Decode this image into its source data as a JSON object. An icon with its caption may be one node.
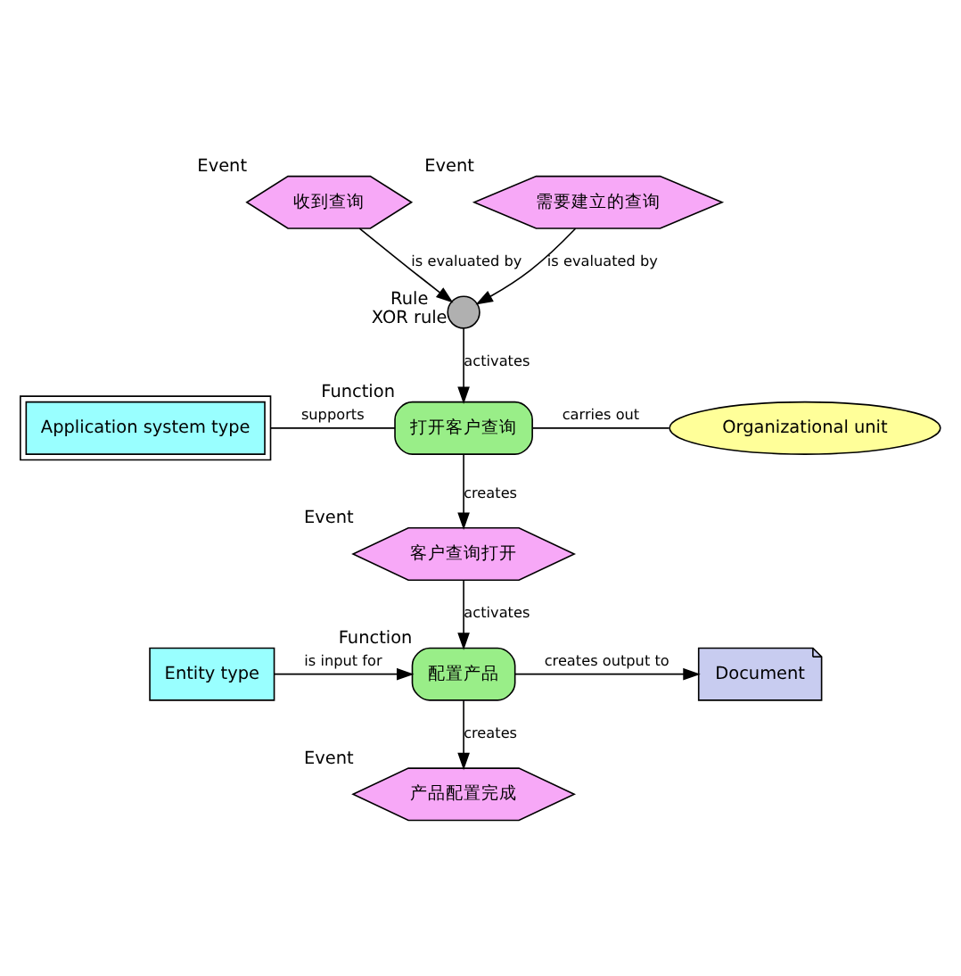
{
  "diagram": {
    "nodes": [
      {
        "text": [
          "收到查询"
        ],
        "beside": [
          "Event"
        ]
      },
      {
        "text": [
          "需要建立的查询"
        ],
        "beside": [
          "Event"
        ]
      },
      {
        "text": [],
        "shape": "circle",
        "beside": [
          "Rule",
          "XOR rule"
        ]
      },
      {
        "text": [
          "打开客户查询"
        ],
        "beside": [
          "Function"
        ]
      },
      {
        "text": [
          "Application system type"
        ]
      },
      {
        "text": [
          "Organizational unit"
        ]
      },
      {
        "text": [
          "客户查询打开"
        ],
        "beside": [
          "Event"
        ]
      },
      {
        "text": [
          "Entity type"
        ]
      },
      {
        "text": [
          "配置产品"
        ],
        "beside": [
          "Function"
        ]
      },
      {
        "text": [
          "Document"
        ]
      },
      {
        "text": [
          "产品配置完成"
        ],
        "beside": [
          "Event"
        ]
      }
    ],
    "edges": [
      {
        "from": 0,
        "to": 2,
        "arrow": "to",
        "label": "is evaluated by"
      },
      {
        "from": 1,
        "to": 2,
        "arrow": "to",
        "label": "is evaluated by"
      },
      {
        "from": 2,
        "to": 3,
        "arrow": "to",
        "label": "activates"
      },
      {
        "from": 4,
        "to": 3,
        "arrow": "none",
        "label": "supports"
      },
      {
        "from": 3,
        "to": 5,
        "arrow": "none",
        "label": "carries out"
      },
      {
        "from": 3,
        "to": 6,
        "arrow": "to",
        "label": "creates"
      },
      {
        "from": 6,
        "to": 8,
        "arrow": "to",
        "label": "activates"
      },
      {
        "from": 7,
        "to": 8,
        "arrow": "to",
        "label": "is input for"
      },
      {
        "from": 8,
        "to": 9,
        "arrow": "to",
        "label": "creates output to"
      },
      {
        "from": 8,
        "to": 10,
        "arrow": "to",
        "label": "creates"
      }
    ]
  }
}
